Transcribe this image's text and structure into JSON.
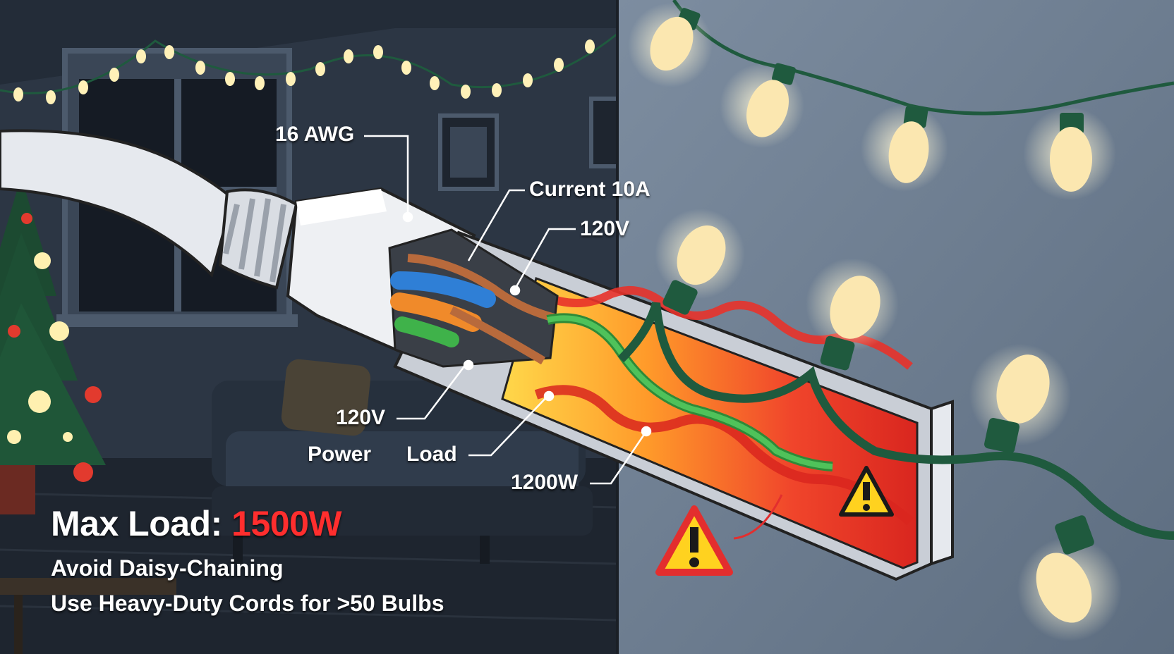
{
  "labels": {
    "gauge": "16 AWG",
    "current": "Current 10A",
    "voltage_top": "120V",
    "voltage_bottom": "120V",
    "power": "Power",
    "load": "Load",
    "watts": "1200W"
  },
  "caption": {
    "title_prefix": "Max Load:",
    "title_value": "1500W",
    "line1": "Avoid Daisy-Chaining",
    "line2": "Use Heavy-Duty Cords for >50 Bulbs"
  },
  "colors": {
    "room_bg": "#2b3440",
    "wall_right": "#6a7a8c",
    "cord_white": "#e6e9ee",
    "heat_red": "#e8322a",
    "heat_orange": "#ff9a2a",
    "heat_yellow": "#ffd84a",
    "wire_green": "#3fb24a",
    "light_string_green": "#1f5a3e",
    "bulb_glow": "#fff3c4",
    "warning_yellow": "#ffd21f",
    "accent_red": "#ff2e2e"
  },
  "icons": [
    "warning-triangle-icon",
    "warning-triangle-icon"
  ]
}
